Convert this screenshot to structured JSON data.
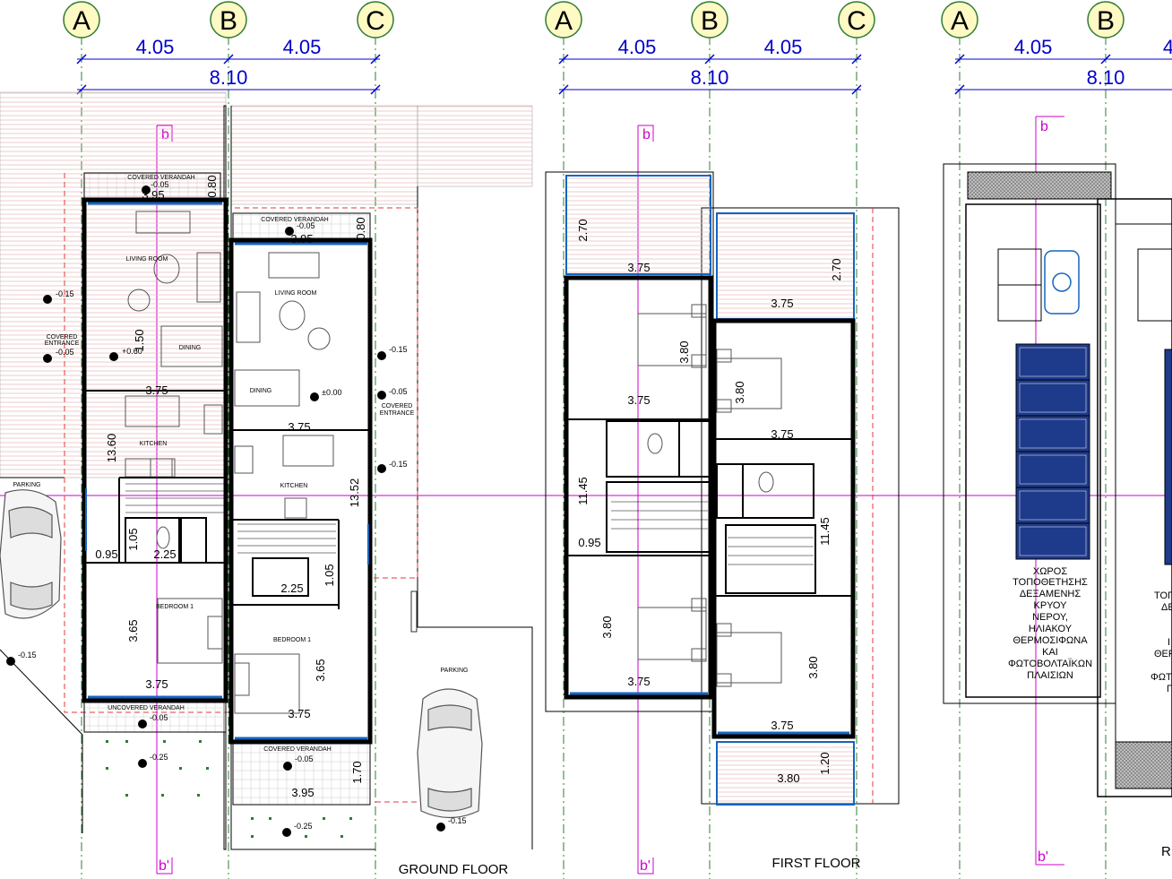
{
  "grid_labels": [
    "A",
    "B",
    "C",
    "A",
    "B",
    "C",
    "A",
    "B"
  ],
  "dims_top": {
    "half": "4.05",
    "total": "8.10"
  },
  "section_marks": {
    "top": "b",
    "bottom": "b'"
  },
  "floor_titles": {
    "ground": "GROUND FLOOR",
    "first": "FIRST FLOOR"
  },
  "ground": {
    "covered_verandah": "COVERED VERANDAH",
    "uncovered_verandah": "UNCOVERED VERANDAH",
    "living_room": "LIVING ROOM",
    "dining": "DINING",
    "kitchen": "KITCHEN",
    "bedroom": "BEDROOM 1",
    "covered_entrance_1": "COVERED",
    "covered_entrance_2": "ENTRANCE",
    "parking": "PARKING",
    "levels": {
      "m015": "-0.15",
      "m005": "-0.05",
      "m025": "-0.25",
      "p000": "±0.00",
      "p060": "+0.60"
    },
    "dims": {
      "d095": "0.95",
      "d080": "0.80",
      "d375": "3.75",
      "d1360": "13.60",
      "d1352": "13.52",
      "d105": "1.05",
      "d225": "2.25",
      "d365": "3.65",
      "d395": "3.95",
      "d170": "1.70",
      "d150": "1.50"
    }
  },
  "first": {
    "dims": {
      "d270": "2.70",
      "d375": "3.75",
      "d380": "3.80",
      "d1145": "11.45",
      "d095": "0.95",
      "d120": "1.20"
    }
  },
  "roof": {
    "note_lines": [
      "ΧΩΡΟΣ",
      "ΤΟΠΟΘΕΤΗΣΗΣ",
      "ΔΕΞΑΜΕΝΗΣ",
      "ΚΡΥΟΥ",
      "ΝΕΡΟΥ,",
      "ΗΛΙΑΚΟΥ",
      "ΘΕΡΜΟΣΙΦΩΝΑ",
      "ΚΑΙ",
      "ΦΩΤΟΒΟΛΤΑΪΚΩΝ",
      "ΠΛΑΙΣΙΩΝ"
    ],
    "note_lines_clipped": [
      "ΤΟΠ",
      "ΔΕ",
      "Ι",
      "ΘΕΡ",
      "ΦΩΤ",
      "Π"
    ],
    "title_clipped": "R",
    "dim_clipped": "4"
  },
  "colors": {
    "grid_circle": "#2e7d32",
    "grid_fill": "#fff9c4",
    "dimension": "#0000cc",
    "section": "#cc00cc",
    "property_line": "#e53935",
    "glass": "#1565c0",
    "solar": "#1e3a8a"
  }
}
